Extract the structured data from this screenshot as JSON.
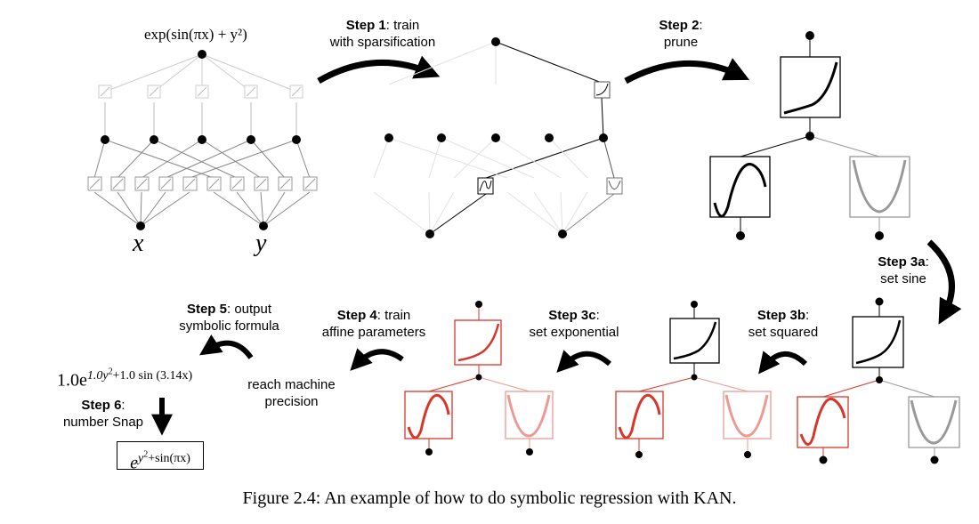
{
  "formula_top": "exp(sin(πx) + y²)",
  "var_x": "x",
  "var_y": "y",
  "step1": {
    "bold": "Step 1",
    "rest": ": train",
    "line2": "with sparsification"
  },
  "step2": {
    "bold": "Step 2",
    "rest": ":",
    "line2": "prune"
  },
  "step3a": {
    "bold": "Step 3a",
    "rest": ":",
    "line2": "set sine"
  },
  "step3b": {
    "bold": "Step 3b",
    "rest": ":",
    "line2": "set squared"
  },
  "step3c": {
    "bold": "Step 3c",
    "rest": ":",
    "line2": "set exponential"
  },
  "step4": {
    "bold": "Step 4",
    "rest": ": train",
    "line2": "affine parameters"
  },
  "step5": {
    "bold": "Step 5",
    "rest": ": output",
    "line2": "symbolic formula"
  },
  "step6": {
    "bold": "Step 6",
    "rest": ":",
    "line2": "number Snap"
  },
  "reach_label": {
    "line1": "reach machine",
    "line2": "precision"
  },
  "formula_step5": {
    "base": "1.0e",
    "exp_a": "1.0y",
    "exp_b": "2",
    "exp_c": "+1.0 sin (3.14x)"
  },
  "formula_final": {
    "base": "e",
    "exp_a": "y",
    "exp_b": "2",
    "exp_c": "+sin(πx)"
  },
  "caption": "Figure 2.4: An example of how to do symbolic regression with KAN.",
  "colors": {
    "black": "#000000",
    "gray": "#999999",
    "red": "#d9362a",
    "light_red": "#ec9a92",
    "faint": "#d9d9d9"
  }
}
